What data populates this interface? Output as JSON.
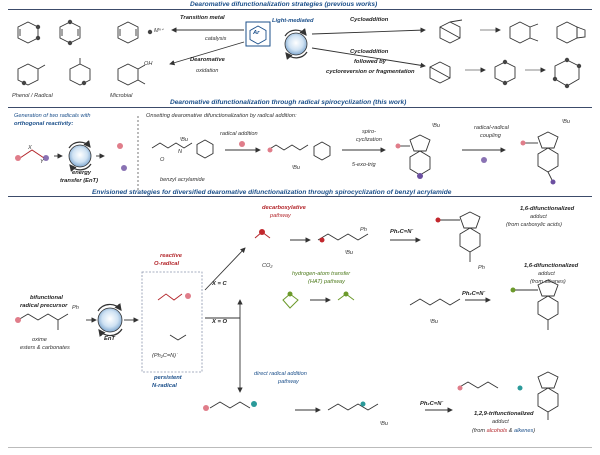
{
  "colors": {
    "heading": "#1b4f8a",
    "red": "#c2272d",
    "green": "#6c9a2b",
    "purple": "#6b4fa0",
    "teal": "#2b9a9a",
    "pink": "#e07d8a"
  },
  "section1": {
    "title": "Dearomative difunctionalization strategies (previous works)",
    "transition_metal": "Transition metal",
    "catalysis": "catalysis",
    "light_mediated": "Light-mediated",
    "ar": "Ar",
    "metal_label": "Mⁿ⁺",
    "dearomative": "Dearomative",
    "oxidation": "oxidation",
    "phenol_radical": "Phenol / Radical",
    "microbial": "Microbial",
    "oh": "OH",
    "cycloaddition": "Cycloaddition",
    "cycloaddition2": "Cycloaddition",
    "followed_by": "followed by",
    "cycloreversion": "cycloreversion or fragmentation"
  },
  "section2": {
    "title": "Dearomative difunctionalization through radical spirocyclization (this work)",
    "generation_line1": "Generation of two radicals with",
    "generation_line2": "orthogonal reactivity:",
    "energy": "energy",
    "transfer": "transfer (EnT)",
    "onsetting": "Onsetting dearomative difunctionalization by radical addition:",
    "radical_addition": "radical addition",
    "spiro1": "spiro-",
    "spiro2": "cyclization",
    "exo_trig": "5-exo-trig",
    "rr1": "radical-radical",
    "rr2": "coupling",
    "benzyl_acrylamide": "benzyl acrylamide",
    "tbu": "ᵗBu",
    "n": "N",
    "o": "O",
    "x": "X",
    "y": "Y"
  },
  "section3": {
    "title": "Envisioned strategies for diversified dearomative difunctionalization through spirocyclization of benzyl acrylamide",
    "bifunctional1": "bifunctional",
    "bifunctional2": "radical precursor",
    "oxime1": "oxime",
    "oxime2": "esters & carbonates",
    "ent": "EnT",
    "reactive1": "reactive",
    "reactive2": "O-radical",
    "persistent1": "persistent",
    "persistent2": "N-radical",
    "ph2cn": "(Ph₂C=N)˙",
    "x_eq_c": "X = C",
    "x_eq_o": "X = O",
    "co2": "CO₂",
    "decarboxylative1": "decarboxylative",
    "decarboxylative2": "pathway",
    "hat1": "hydrogen-atom transfer",
    "hat2": "(HAT) pathway",
    "direct1": "direct radical addition",
    "direct2": "pathway",
    "ph2cn_arrow": "Ph₂C=N˙",
    "p1_title": "1,6-difunctionalized",
    "p1_adduct": "adduct",
    "p1_source": "(from carboxylic acids)",
    "p2_title": "1,6-difunctionalized",
    "p2_adduct": "adduct",
    "p2_source": "(from alkanes)",
    "p3_title": "1,2,9-trifunctionalized",
    "p3_adduct": "adduct",
    "p3_src_pre": "(from ",
    "p3_src_a": "alcohols",
    "p3_src_mid": " & ",
    "p3_src_b": "alkenes",
    "p3_src_post": ")",
    "ph": "Ph",
    "ph2": "Ph",
    "ph3": "Ph",
    "tbu": "ᵗBu",
    "n": "N"
  }
}
